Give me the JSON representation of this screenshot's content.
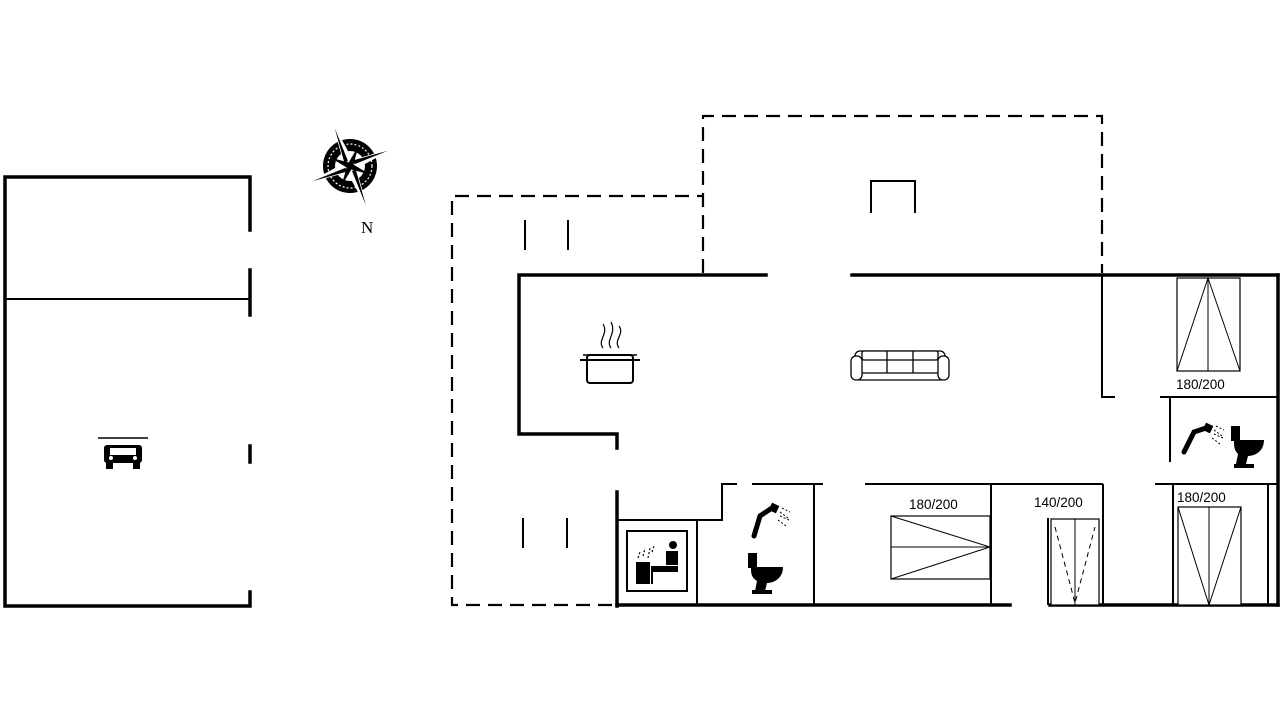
{
  "compass": {
    "north_label": "N"
  },
  "bed_sizes": {
    "bed1": "180/200",
    "bed2": "180/200",
    "bed3": "180/200",
    "bed4": "140/200"
  },
  "icons": [
    "compass-icon",
    "car-icon",
    "cooking-pot-icon",
    "sofa-icon",
    "shower-icon",
    "toilet-icon",
    "sauna-icon",
    "fireplace-icon"
  ],
  "colors": {
    "line": "#000000",
    "background": "#ffffff"
  }
}
